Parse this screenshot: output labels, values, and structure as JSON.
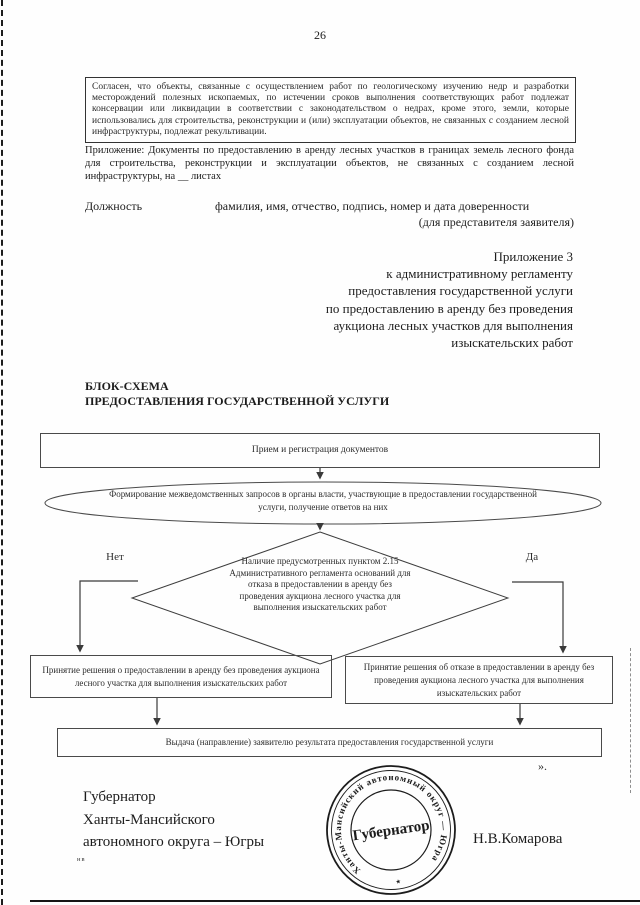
{
  "page": {
    "number": "26",
    "closing_quote": "»."
  },
  "consent_box": {
    "text": "Согласен, что объекты, связанные с осуществлением работ по геологическому изучению недр и разработки месторождений полезных ископаемых, по истечении сроков выполнения соответствующих работ подлежат консервации или ликвидации в соответствии с законодательством о недрах, кроме этого, земли, которые использовались для строительства, реконструкции и (или) эксплуатации объектов, не связанных с созданием лесной инфраструктуры, подлежат рекультивации."
  },
  "attachment_paragraph": {
    "text": "Приложение: Документы по предоставлению в аренду лесных участков в границах земель лесного фонда для строительства, реконструкции и эксплуатации объектов, не связанных с созданием лесной инфраструктуры, на __ листах"
  },
  "signer_line": {
    "position_label": "Должность",
    "details": "фамилия, имя, отчество, подпись, номер и дата доверенности",
    "representative_note": "(для представителя заявителя)"
  },
  "appendix_heading": {
    "lines": [
      "Приложение 3",
      "к административному регламенту",
      "предоставления государственной услуги",
      "по предоставлению в аренду без проведения",
      "аукциона лесных участков для выполнения",
      "изыскательских работ"
    ]
  },
  "flowchart": {
    "title_line1": "БЛОК-СХЕМА",
    "title_line2": "ПРЕДОСТАВЛЕНИЯ ГОСУДАРСТВЕННОЙ УСЛУГИ",
    "step_receive": "Прием и регистрация документов",
    "step_requests": "Формирование межведомственных запросов в органы власти, участвующие в предоставлении государственной услуги, получение ответов на них",
    "decision": "Наличие предусмотренных пунктом 2.15 Административного регламента оснований для отказа в предоставлении в аренду без проведения аукциона лесного участка для выполнения изыскательских работ",
    "branch_no": "Нет",
    "branch_yes": "Да",
    "step_grant": "Принятие решения о предоставлении в аренду без проведения аукциона лесного участка для выполнения изыскательских работ",
    "step_refuse": "Принятие решения об отказе в предоставлении в аренду без проведения аукциона лесного участка для выполнения изыскательских работ",
    "step_issue": "Выдача (направление) заявителю результата предоставления государственной услуги"
  },
  "signature_block": {
    "official_title_lines": [
      "Губернатор",
      "Ханты-Мансийского",
      "автономного округа – Югры"
    ],
    "name": "Н.В.Комарова",
    "footer_initials": "нв"
  },
  "stamp": {
    "ring_text": "Ханты-Мансийский автономный округ — Югра",
    "center_text": "Губернатор",
    "star": "★"
  }
}
